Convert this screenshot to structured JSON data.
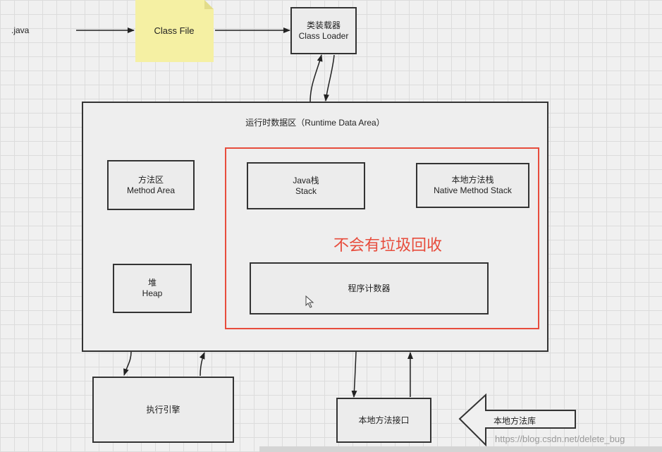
{
  "source_label": ".java",
  "class_file": "Class File",
  "class_loader": {
    "cn": "类装载器",
    "en": "Class Loader"
  },
  "runtime_area": "运行时数据区（Runtime Data Area）",
  "method_area": {
    "cn": "方法区",
    "en": "Method Area"
  },
  "heap": {
    "cn": "堆",
    "en": "Heap"
  },
  "java_stack": {
    "cn": "Java栈",
    "en": "Stack"
  },
  "native_stack": {
    "cn": "本地方法栈",
    "en": "Native Method Stack"
  },
  "no_gc_note": "不会有垃圾回收",
  "program_counter": "程序计数器",
  "exec_engine": "执行引擎",
  "native_interface": "本地方法接口",
  "native_library": "本地方法库",
  "watermark": "https://blog.csdn.net/delete_bug",
  "colors": {
    "note": "#e74c3c",
    "sticky": "#f5f0a3",
    "border": "#333333"
  }
}
